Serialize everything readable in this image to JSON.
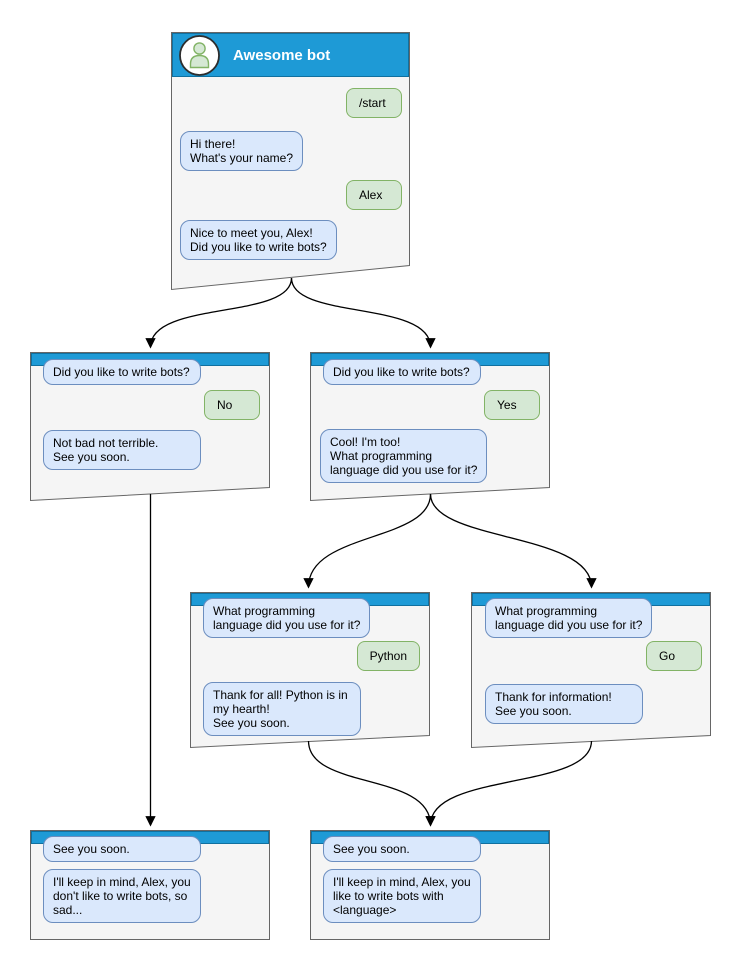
{
  "colors": {
    "header_blue": "#1E9AD6",
    "header_border": "#10709F",
    "window_fill": "#F5F5F5",
    "window_border": "#666666",
    "bot_bubble_fill": "#DAE8FC",
    "bot_bubble_border": "#6C8EBF",
    "user_bubble_fill": "#D5E8D4",
    "user_bubble_border": "#82B366",
    "arrow": "#000000"
  },
  "windows": {
    "main": {
      "title": "Awesome bot",
      "avatar": "person-icon",
      "messages": [
        {
          "from": "user",
          "text": "/start"
        },
        {
          "from": "bot",
          "text": "Hi there!\nWhat's your name?"
        },
        {
          "from": "user",
          "text": "Alex"
        },
        {
          "from": "bot",
          "text": "Nice to meet you, Alex!\nDid you like to write bots?"
        }
      ]
    },
    "branch_no": {
      "messages": [
        {
          "from": "bot",
          "text": "Did you like to write bots?"
        },
        {
          "from": "user",
          "text": "No"
        },
        {
          "from": "bot",
          "text": "Not bad not terrible.\nSee you soon."
        }
      ]
    },
    "branch_yes": {
      "messages": [
        {
          "from": "bot",
          "text": "Did you like to write bots?"
        },
        {
          "from": "user",
          "text": "Yes"
        },
        {
          "from": "bot",
          "text": "Cool! I'm too!\nWhat programming\nlanguage did you use for it?"
        }
      ]
    },
    "branch_python": {
      "messages": [
        {
          "from": "bot",
          "text": "What programming\nlanguage did you use for it?"
        },
        {
          "from": "user",
          "text": "Python"
        },
        {
          "from": "bot",
          "text": "Thank for all! Python is in\nmy hearth!\nSee you soon."
        }
      ]
    },
    "branch_go": {
      "messages": [
        {
          "from": "bot",
          "text": "What programming\nlanguage did you use for it?"
        },
        {
          "from": "user",
          "text": "Go"
        },
        {
          "from": "bot",
          "text": "Thank for information!\nSee you soon."
        }
      ]
    },
    "final_no": {
      "messages": [
        {
          "from": "bot",
          "text": "See you soon."
        },
        {
          "from": "bot",
          "text": "I'll keep in mind, Alex, you\ndon't like to write bots, so\nsad..."
        }
      ]
    },
    "final_language": {
      "messages": [
        {
          "from": "bot",
          "text": "See you soon."
        },
        {
          "from": "bot",
          "text": "I'll keep in mind, Alex, you\nlike to write bots with\n<language>"
        }
      ]
    }
  }
}
